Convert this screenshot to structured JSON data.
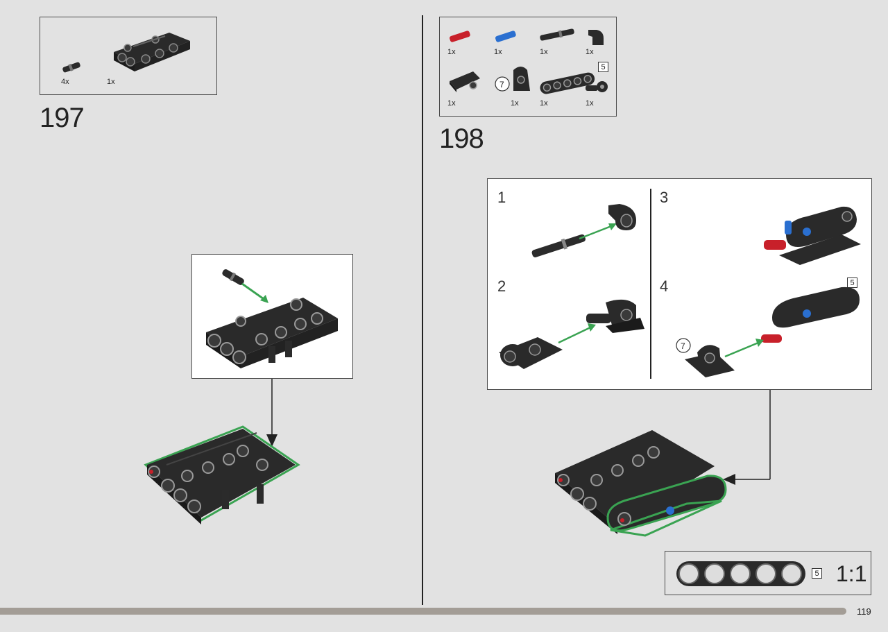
{
  "page_number": "119",
  "step_197": {
    "number": "197",
    "parts": [
      {
        "qty": "4x",
        "icon": "axle-pin-icon"
      },
      {
        "qty": "1x",
        "icon": "beam-connector-icon"
      }
    ]
  },
  "step_198": {
    "number": "198",
    "parts": [
      {
        "qty": "1x",
        "icon": "red-axle-pin-icon",
        "color": "#c8202a"
      },
      {
        "qty": "1x",
        "icon": "blue-axle-pin-icon",
        "color": "#2a6fd0"
      },
      {
        "qty": "1x",
        "icon": "axle-icon"
      },
      {
        "qty": "1x",
        "icon": "angle-connector-icon"
      },
      {
        "qty": "1x",
        "icon": "panel-icon"
      },
      {
        "qty": "1x",
        "icon": "connector-icon",
        "callout": "7"
      },
      {
        "qty": "1x",
        "icon": "beam-5-icon",
        "callout": "5"
      },
      {
        "qty": "1x",
        "icon": "pin-connector-icon"
      }
    ],
    "substeps": [
      "1",
      "2",
      "3",
      "4"
    ],
    "substep_4_callout": "7",
    "substep_4_beam_size": "5",
    "ruler_size": "5",
    "ruler_scale": "1:1"
  },
  "colors": {
    "background": "#e2e2e2",
    "new_part_outline": "#3aa352",
    "arrow": "#3aa352",
    "part_dark": "#2a2a2a",
    "bar": "#a39d96"
  }
}
